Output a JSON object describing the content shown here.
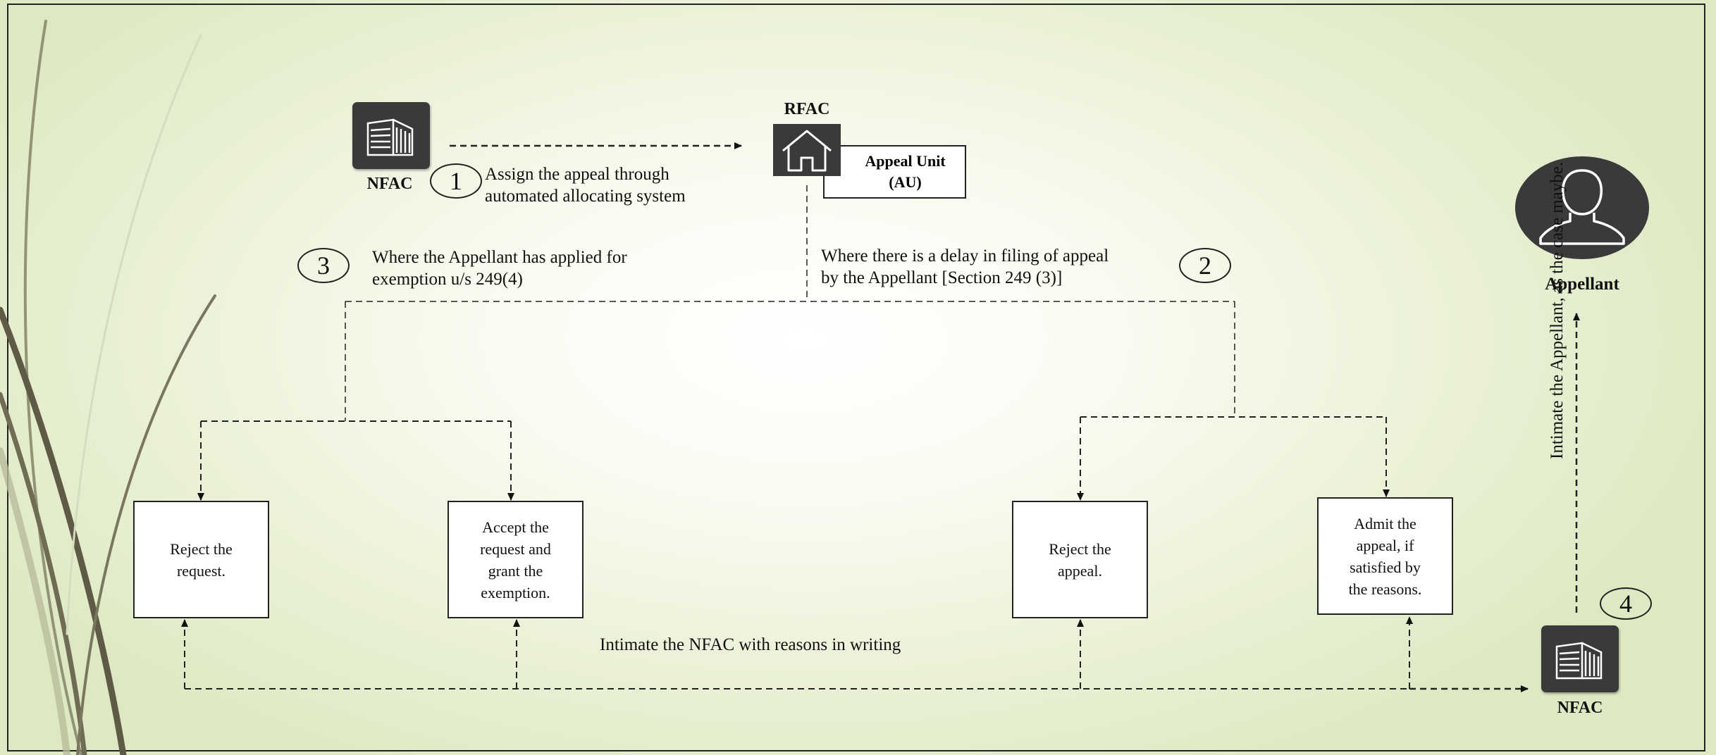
{
  "nfac_top": {
    "label": "NFAC",
    "icon": "office-building-icon"
  },
  "rfac": {
    "label": "RFAC",
    "icon": "house-icon",
    "unit_line1": "Appeal Unit",
    "unit_line2": "(AU)"
  },
  "step1": {
    "num": "1",
    "line1": "Assign the appeal through",
    "line2": "automated allocating system"
  },
  "step2": {
    "num": "2",
    "line1": "Where there is a delay in filing of appeal",
    "line2": "by the Appellant [Section 249 (3)]"
  },
  "step3": {
    "num": "3",
    "line1": "Where the Appellant has applied for",
    "line2": "exemption u/s 249(4)"
  },
  "step4": {
    "num": "4"
  },
  "outcomes": [
    {
      "line1": "Reject the",
      "line2": "request."
    },
    {
      "line1": "Accept the",
      "line2": "request and",
      "line3": "grant the",
      "line4": "exemption."
    },
    {
      "line1": "Reject the",
      "line2": "appeal."
    },
    {
      "line1": "Admit the",
      "line2": "appeal, if",
      "line3": "satisfied by",
      "line4": "the reasons."
    }
  ],
  "intimate_nfac": "Intimate the NFAC with reasons in writing",
  "intimate_appellant": "Intimate the Appellant, as the case maybe.",
  "appellant": {
    "label": "Appellant",
    "icon": "person-silhouette-icon"
  },
  "nfac_bottom": {
    "label": "NFAC",
    "icon": "office-building-icon"
  }
}
